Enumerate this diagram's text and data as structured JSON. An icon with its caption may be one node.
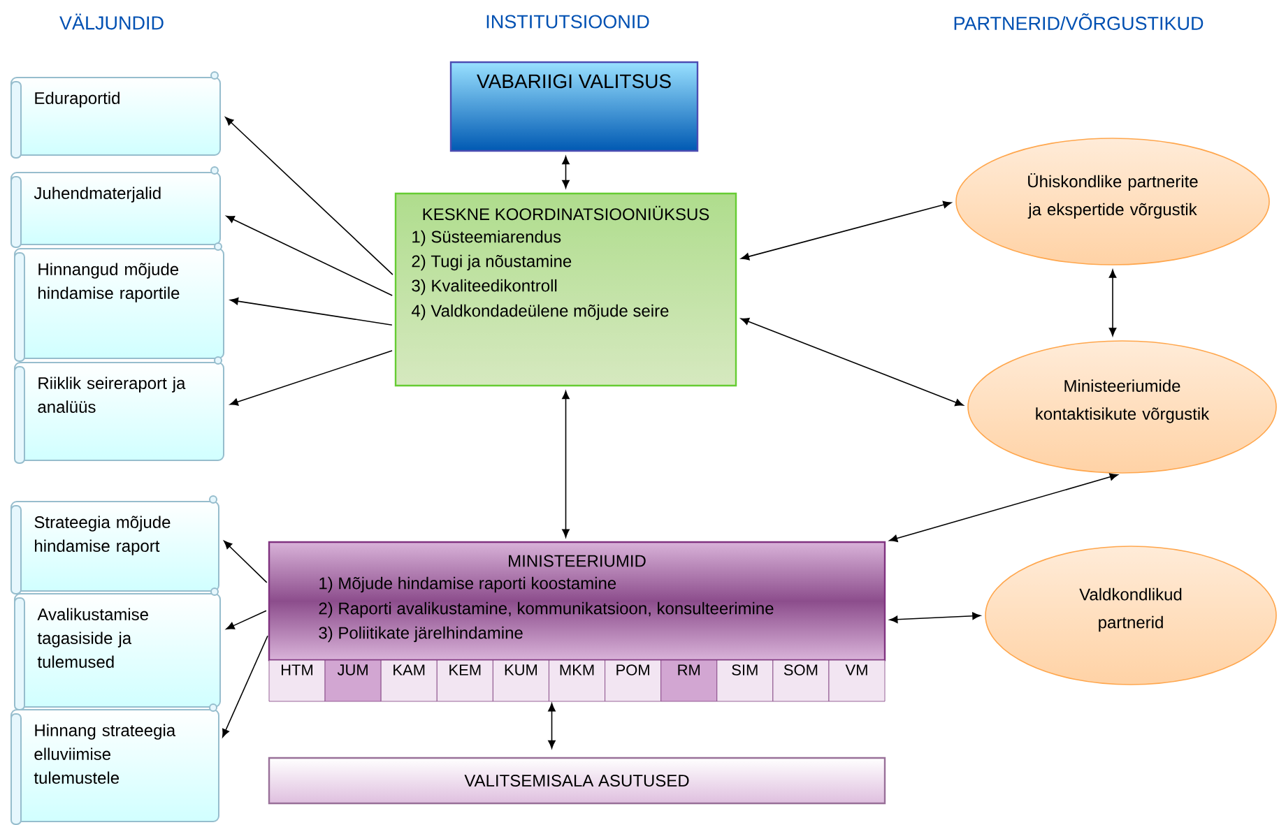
{
  "diagram": {
    "nodes": [
      {
        "text": [
          "VABARIIGI VALITSUS"
        ]
      },
      {
        "text": [
          "KESKNE KOORDINATSIOONIÜKSUS",
          "1) Süsteemiarendus",
          "2) Tugi ja nõustamine",
          "3) Kvaliteedikontroll",
          "4) Valdkondadeülene mõjude seire"
        ]
      },
      {
        "text": [
          "Eduraportid"
        ]
      },
      {
        "text": [
          "Juhendmaterjalid"
        ]
      },
      {
        "text": [
          "Hinnangud mõjude hindamise raportile"
        ]
      },
      {
        "text": [
          "Riiklik seireraport ja analüüs"
        ]
      },
      {
        "text": [
          "Ühiskondlike partnerite ja ekspertide võrgustik"
        ]
      },
      {
        "text": [
          "Ministeeriumide kontaktisikute võrgustik"
        ]
      },
      {
        "text": [
          "MINISTEERIUMID",
          "1) Mõjude hindamise raporti koostamine",
          "2) Raporti avalikustamine, kommunikatsioon, konsulteerimine",
          "3) Poliitikate järelhindamine"
        ]
      },
      {
        "text": [
          "Valdkondlikud partnerid"
        ]
      },
      {
        "text": [
          "Strateegia mõjude hindamise raport"
        ]
      },
      {
        "text": [
          "Avalikustamise tagasiside ja tulemused"
        ]
      },
      {
        "text": [
          "Hinnang strateegia elluviimise tulemustele"
        ]
      },
      {
        "text": [
          "VALITSEMISALA ASUTUSED"
        ]
      }
    ],
    "edges": [
      {
        "from": 0,
        "to": 1,
        "arrow": "both"
      },
      {
        "from": 1,
        "to": 2,
        "arrow": "to"
      },
      {
        "from": 1,
        "to": 3,
        "arrow": "to"
      },
      {
        "from": 1,
        "to": 4,
        "arrow": "to"
      },
      {
        "from": 1,
        "to": 5,
        "arrow": "to"
      },
      {
        "from": 1,
        "to": 6,
        "arrow": "both"
      },
      {
        "from": 1,
        "to": 7,
        "arrow": "both"
      },
      {
        "from": 6,
        "to": 7,
        "arrow": "both"
      },
      {
        "from": 1,
        "to": 8,
        "arrow": "both"
      },
      {
        "from": 8,
        "to": 7,
        "arrow": "both"
      },
      {
        "from": 8,
        "to": 9,
        "arrow": "both"
      },
      {
        "from": 8,
        "to": 10,
        "arrow": "to"
      },
      {
        "from": 8,
        "to": 11,
        "arrow": "to"
      },
      {
        "from": 8,
        "to": 12,
        "arrow": "to"
      },
      {
        "from": 8,
        "to": 13,
        "arrow": "both"
      }
    ],
    "labels": [
      "VÄLJUNDID",
      "INSTITUTSIOONID",
      "PARTNERID/VÕRGUSTIKUD",
      "HTM",
      "JUM",
      "KAM",
      "KEM",
      "KUM",
      "MKM",
      "POM",
      "RM",
      "SIM",
      "SOM",
      "VM"
    ]
  }
}
